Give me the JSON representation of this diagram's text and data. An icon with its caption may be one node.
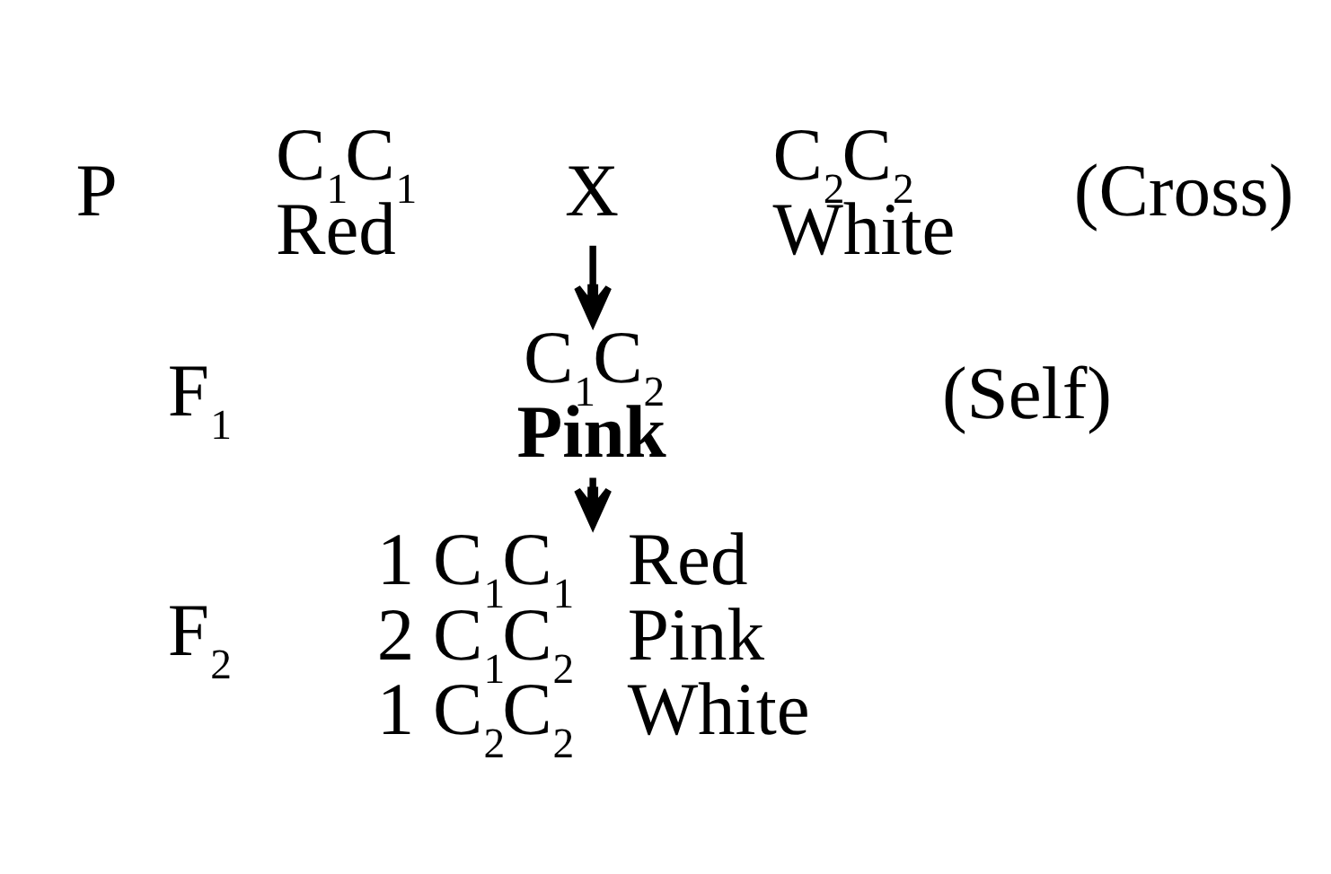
{
  "diagram": {
    "nodes": [
      {
        "text": [
          "C$_{1}$C$_{1}$",
          "Red"
        ]
      },
      {
        "text": [
          "X"
        ]
      },
      {
        "text": [
          "C$_{2}$C$_{2}$",
          "White"
        ]
      },
      {
        "text": [
          "C$_{1}$C$_{2}$",
          "Pink"
        ]
      },
      {
        "text": [
          "1 C$_{1}$C$_{1}$   Red",
          "2 C$_{1}$C$_{2}$   Pink",
          "1 C$_{2}$C$_{2}$   White"
        ]
      }
    ],
    "edges": [
      {
        "from": 1,
        "to": 3,
        "arrow": "to"
      },
      {
        "from": 3,
        "to": 4,
        "arrow": "to"
      }
    ],
    "labels": [
      "P",
      "(Cross)",
      "F$_{1}$",
      "(Self)",
      "F$_{2}$"
    ]
  }
}
